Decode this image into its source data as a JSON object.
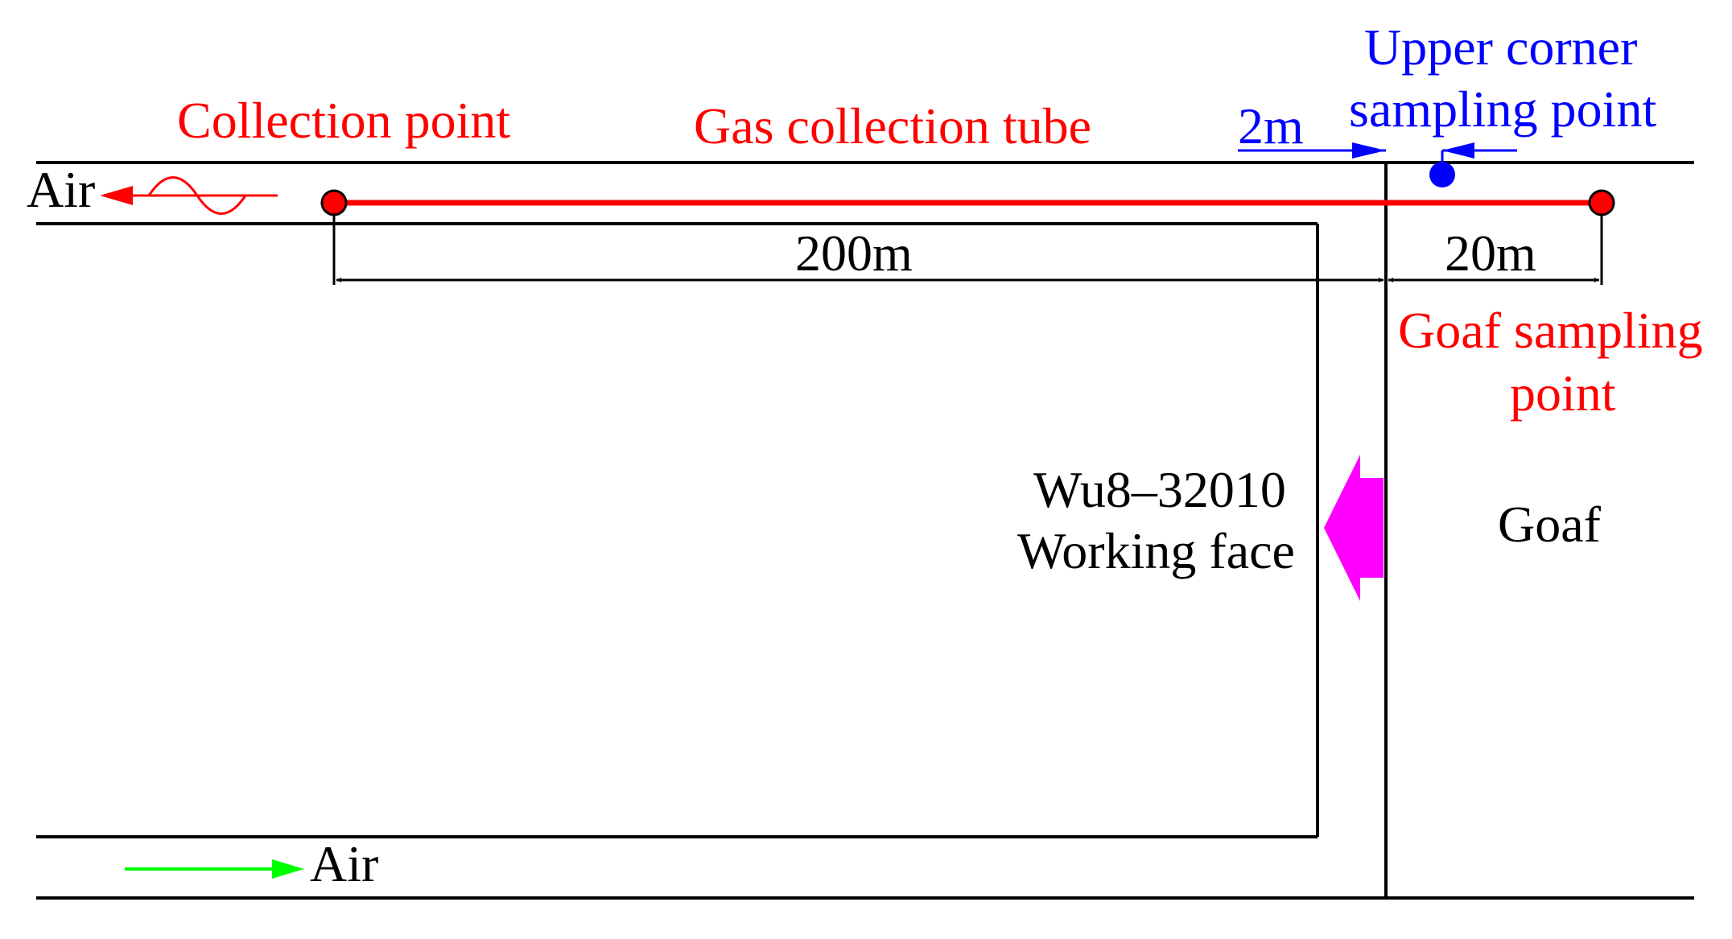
{
  "labels": {
    "collection_point": "Collection point",
    "gas_collection_tube": "Gas collection tube",
    "upper_corner_line1": "Upper corner",
    "upper_corner_line2": "sampling point",
    "dim_2m": "2m",
    "air_top": "Air",
    "dim_200m": "200m",
    "dim_20m": "20m",
    "goaf_sampling_line1": "Goaf sampling",
    "goaf_sampling_line2": "point",
    "working_face_line1": "Wu8–32010",
    "working_face_line2": "Working face",
    "goaf": "Goaf",
    "air_bottom": "Air"
  },
  "colors": {
    "tube": "#ff0000",
    "collection_point": "#ff0000",
    "goaf_sampling_point": "#ff0000",
    "upper_corner_point": "#0000ff",
    "advance_arrow": "#ff00ff",
    "intake_air_arrow": "#00ff00",
    "return_air_arrow": "#ff0000",
    "lines": "#000000"
  }
}
